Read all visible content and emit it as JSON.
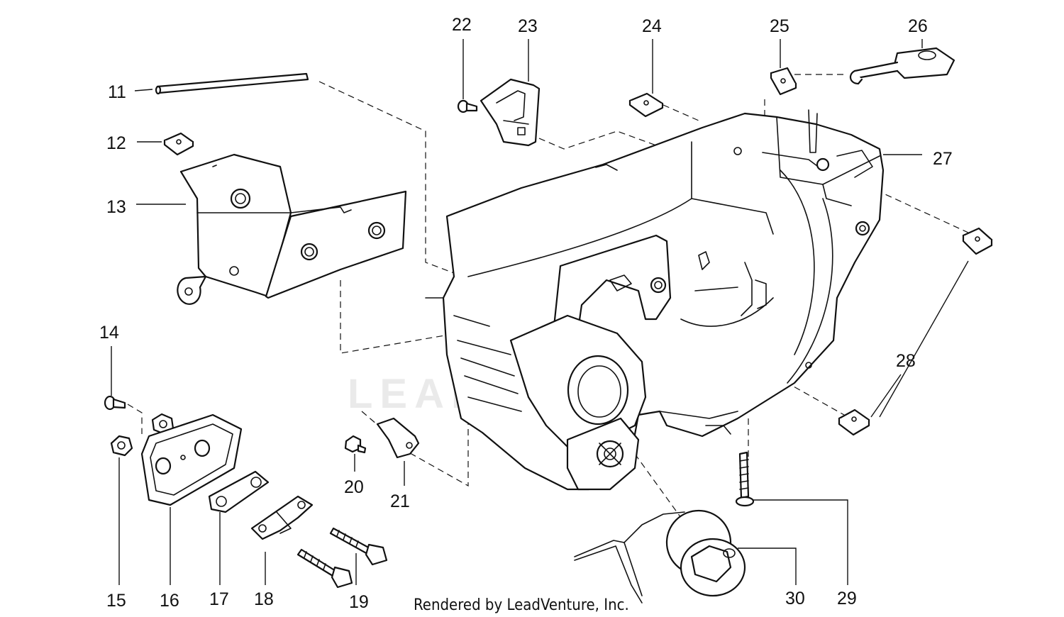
{
  "diagram": {
    "callouts": [
      "11",
      "12",
      "13",
      "14",
      "15",
      "16",
      "17",
      "18",
      "19",
      "20",
      "21",
      "22",
      "23",
      "24",
      "25",
      "26",
      "27",
      "28",
      "29",
      "30"
    ],
    "credit": "Rendered by LeadVenture, Inc.",
    "watermark": "LEADVENTURE"
  }
}
